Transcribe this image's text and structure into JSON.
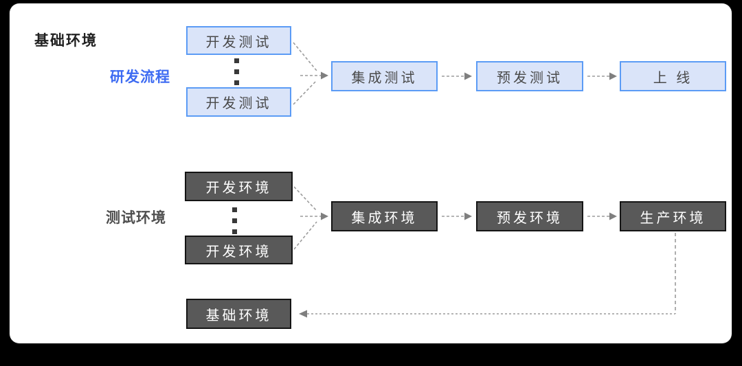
{
  "page": {
    "corner_title": "基础环境"
  },
  "dev_flow": {
    "label": "研发流程",
    "nodes": {
      "dev_test_1": "开发测试",
      "dev_test_2": "开发测试",
      "integration_test": "集成测试",
      "staging_test": "预发测试",
      "launch": "上 线"
    }
  },
  "env_flow": {
    "label": "测试环境",
    "nodes": {
      "dev_env_1": "开发环境",
      "dev_env_2": "开发环境",
      "integration_env": "集成环境",
      "staging_env": "预发环境",
      "production_env": "生产环境",
      "base_env": "基础环境"
    }
  },
  "colors": {
    "page_bg": "#000000",
    "card_bg": "#ffffff",
    "blue_node_fill": "#dae4f9",
    "blue_node_border": "#5b9bf5",
    "dark_node_fill": "#595959",
    "dark_node_border": "#141414",
    "node_text_light_box": "#4a4a4a",
    "node_text_dark_box": "#ffffff",
    "accent_blue_label": "#3d6bf2",
    "gray_label": "#4f4f4f",
    "connector_gray": "#9b9b9b",
    "arrowhead_gray": "#7f7f7f",
    "separator_dots": "#383838"
  }
}
